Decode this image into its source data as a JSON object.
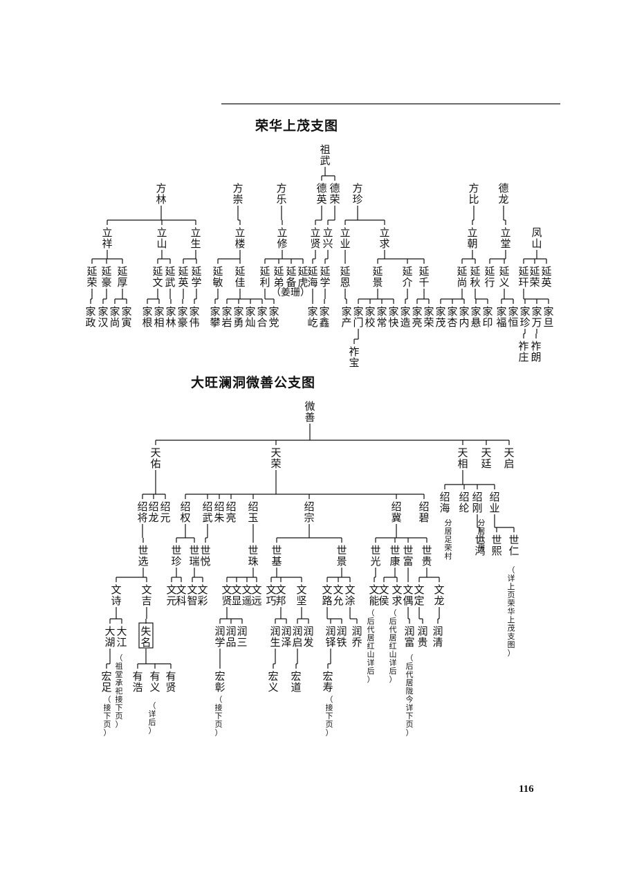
{
  "titles": {
    "chart1": "荣华上茂支图",
    "chart2": "大旺澜洞微善公支图"
  },
  "page_number": "116",
  "chart1": [
    [
      "r",
      "祖武"
    ],
    [
      "a1",
      "方林"
    ],
    [
      "a2",
      "方崇"
    ],
    [
      "a3",
      "方乐"
    ],
    [
      "a4",
      "德英"
    ],
    [
      "a5",
      "德荣"
    ],
    [
      "a6",
      "方珍"
    ],
    [
      "a7",
      "方比"
    ],
    [
      "a8",
      "德龙"
    ],
    [
      "b1",
      "立祥"
    ],
    [
      "b2",
      "立山"
    ],
    [
      "b3",
      "立生"
    ],
    [
      "b4",
      "立楼"
    ],
    [
      "b5",
      "立修"
    ],
    [
      "b6",
      "立贤"
    ],
    [
      "b7",
      "立兴"
    ],
    [
      "b8",
      "立业"
    ],
    [
      "b9",
      "立求"
    ],
    [
      "b10",
      "立朝"
    ],
    [
      "b11",
      "立堂"
    ],
    [
      "b12",
      "凤山"
    ],
    [
      "c1",
      "延荣"
    ],
    [
      "c2",
      "延豪"
    ],
    [
      "c3",
      "延厚"
    ],
    [
      "c4",
      "延文"
    ],
    [
      "c5",
      "延武"
    ],
    [
      "c6",
      "延英"
    ],
    [
      "c7",
      "延学"
    ],
    [
      "c8",
      "延敏"
    ],
    [
      "c9",
      "延佳"
    ],
    [
      "c10",
      "延利"
    ],
    [
      "c11",
      "延弟"
    ],
    [
      "c12",
      "延备"
    ],
    [
      "c13",
      "延虎"
    ],
    [
      "c14",
      "延海"
    ],
    [
      "c15",
      "延学"
    ],
    [
      "c16",
      "延恩"
    ],
    [
      "c17",
      "延景"
    ],
    [
      "c18",
      "延介"
    ],
    [
      "c19",
      "延千"
    ],
    [
      "c20",
      "延尚"
    ],
    [
      "c21",
      "延秋"
    ],
    [
      "c22",
      "延行"
    ],
    [
      "c23",
      "延义"
    ],
    [
      "c24",
      "延玕"
    ],
    [
      "c25",
      "延荣"
    ],
    [
      "c26",
      "延英"
    ],
    [
      "d1",
      "家政"
    ],
    [
      "d2",
      "家汉"
    ],
    [
      "d3",
      "家尚"
    ],
    [
      "d4",
      "家寅"
    ],
    [
      "d5",
      "家根"
    ],
    [
      "d6",
      "家相"
    ],
    [
      "d7",
      "家林"
    ],
    [
      "d8",
      "家豪"
    ],
    [
      "d9",
      "家伟"
    ],
    [
      "d10",
      "家攀"
    ],
    [
      "d11",
      "家岩"
    ],
    [
      "d12",
      "家勇"
    ],
    [
      "d13",
      "家灿"
    ],
    [
      "d14",
      "家合"
    ],
    [
      "d15",
      "家党"
    ],
    [
      "d16",
      "家屹"
    ],
    [
      "d17",
      "家鑫"
    ],
    [
      "d18",
      "家产"
    ],
    [
      "d19",
      "家门"
    ],
    [
      "d20",
      "家校"
    ],
    [
      "d21",
      "家常"
    ],
    [
      "d22",
      "家快"
    ],
    [
      "d23",
      "家造"
    ],
    [
      "d24",
      "家亮"
    ],
    [
      "d25",
      "家荣"
    ],
    [
      "d26",
      "家茂"
    ],
    [
      "d27",
      "家杏"
    ],
    [
      "d28",
      "家内"
    ],
    [
      "d29",
      "家悬"
    ],
    [
      "d30",
      "家印"
    ],
    [
      "d31",
      "家福"
    ],
    [
      "d32",
      "家恒"
    ],
    [
      "d33",
      "家珍"
    ],
    [
      "d34",
      "家万"
    ],
    [
      "d35",
      "家旦"
    ],
    [
      "n1",
      "（姜珊）"
    ],
    [
      "e1",
      "祚宝"
    ],
    [
      "e2",
      "祚庄"
    ],
    [
      "e3",
      "祚朗"
    ]
  ],
  "chart2": [
    [
      "r",
      "微善"
    ],
    [
      "a1",
      "天佑"
    ],
    [
      "a2",
      "天荣"
    ],
    [
      "a3",
      "天相"
    ],
    [
      "a4",
      "天廷"
    ],
    [
      "a5",
      "天启"
    ],
    [
      "b1",
      "绍将"
    ],
    [
      "b2",
      "绍龙"
    ],
    [
      "b3",
      "绍元"
    ],
    [
      "b4",
      "绍权"
    ],
    [
      "b5",
      "绍武"
    ],
    [
      "b6",
      "绍朱"
    ],
    [
      "b7",
      "绍亮"
    ],
    [
      "b8",
      "绍玉"
    ],
    [
      "b9",
      "绍宗"
    ],
    [
      "b10",
      "绍冀"
    ],
    [
      "b11",
      "绍碧"
    ],
    [
      "b12",
      "绍海"
    ],
    [
      "b13",
      "绍纶"
    ],
    [
      "b14",
      "绍刚"
    ],
    [
      "b15",
      "绍业"
    ],
    [
      "n12",
      "分居足荣村"
    ],
    [
      "n13",
      "分居六房"
    ],
    [
      "c1",
      "世选"
    ],
    [
      "c2",
      "世珍"
    ],
    [
      "c3",
      "世瑞"
    ],
    [
      "c4",
      "世悦"
    ],
    [
      "c5",
      "世珠"
    ],
    [
      "c6",
      "世基"
    ],
    [
      "c7",
      "世景"
    ],
    [
      "c8",
      "世光"
    ],
    [
      "c9",
      "世康"
    ],
    [
      "c10",
      "世富"
    ],
    [
      "c11",
      "世贵"
    ],
    [
      "c12",
      "世鸿"
    ],
    [
      "c13",
      "世熙"
    ],
    [
      "c14",
      "世仁"
    ],
    [
      "n14",
      "（详上页荣华上茂支图）"
    ],
    [
      "d1",
      "文诗"
    ],
    [
      "d2",
      "文吉"
    ],
    [
      "d3",
      "文元"
    ],
    [
      "d4",
      "文科"
    ],
    [
      "d5",
      "文智"
    ],
    [
      "d6",
      "文彩"
    ],
    [
      "d7",
      "文贤"
    ],
    [
      "d8",
      "文显"
    ],
    [
      "d9",
      "文遥"
    ],
    [
      "d10",
      "文远"
    ],
    [
      "d11",
      "文巧"
    ],
    [
      "d12",
      "文邦"
    ],
    [
      "d13",
      "文坚"
    ],
    [
      "d14",
      "文路"
    ],
    [
      "d15",
      "文允"
    ],
    [
      "d16",
      "文涂"
    ],
    [
      "d17",
      "文能"
    ],
    [
      "d18",
      "文侯"
    ],
    [
      "d19",
      "文求"
    ],
    [
      "d20",
      "文偶"
    ],
    [
      "d21",
      "文定"
    ],
    [
      "d22",
      "文龙"
    ],
    [
      "n17",
      "（后代居红山详后）"
    ],
    [
      "n19",
      "（后代居红山详后）"
    ],
    [
      "e1",
      "大湖"
    ],
    [
      "e2",
      "大江"
    ],
    [
      "e3",
      "失名"
    ],
    [
      "e4",
      "润学"
    ],
    [
      "e5",
      "润品"
    ],
    [
      "e6",
      "润三"
    ],
    [
      "e7",
      "润生"
    ],
    [
      "e8",
      "润泽"
    ],
    [
      "e9",
      "润启"
    ],
    [
      "e10",
      "润发"
    ],
    [
      "e11",
      "润铎"
    ],
    [
      "e12",
      "润铁"
    ],
    [
      "e13",
      "润乔"
    ],
    [
      "e14",
      "润富"
    ],
    [
      "e15",
      "润贵"
    ],
    [
      "e16",
      "润清"
    ],
    [
      "n_e2",
      "（祖堂承祀接下页）"
    ],
    [
      "n_e14",
      "（后代居陇今详下页）"
    ],
    [
      "f1",
      "宏足"
    ],
    [
      "f2",
      "有浩"
    ],
    [
      "f3",
      "有义"
    ],
    [
      "f4",
      "有贤"
    ],
    [
      "f5",
      "宏彰"
    ],
    [
      "f6",
      "宏义"
    ],
    [
      "f7",
      "宏道"
    ],
    [
      "f8",
      "宏寿"
    ],
    [
      "n_f1",
      "（接下页）"
    ],
    [
      "n_f3",
      "（详后）"
    ],
    [
      "n_f5",
      "（接下页）"
    ],
    [
      "n_f8",
      "（接下页）"
    ]
  ]
}
